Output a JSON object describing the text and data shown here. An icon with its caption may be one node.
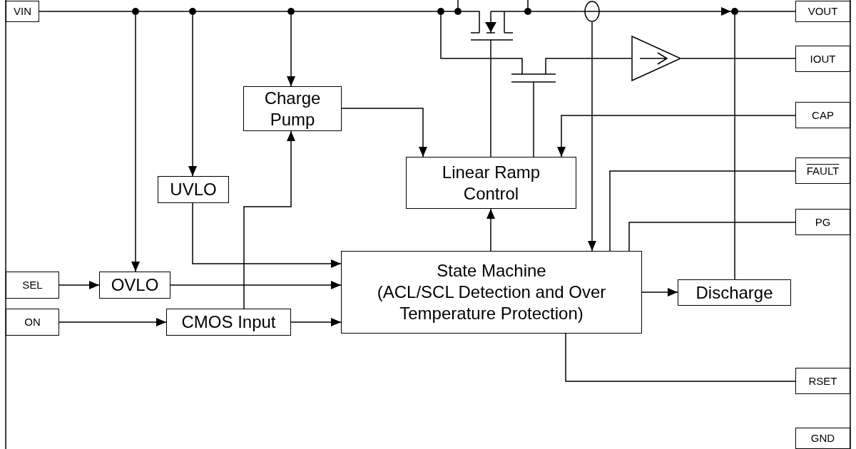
{
  "diagram": {
    "nodes": [
      {
        "text": [
          "VIN"
        ]
      },
      {
        "text": [],
        "shape": "dot"
      },
      {
        "text": [],
        "shape": "dot"
      },
      {
        "text": [],
        "shape": "dot"
      },
      {
        "text": [],
        "shape": "dot"
      },
      {
        "text": [],
        "shape": "dot"
      },
      {
        "text": [],
        "shape": "transistor"
      },
      {
        "text": [],
        "shape": "dot"
      },
      {
        "text": [],
        "shape": "ellipse"
      },
      {
        "text": [],
        "shape": "dot"
      },
      {
        "text": [
          "VOUT"
        ]
      },
      {
        "text": [],
        "shape": "transistor"
      },
      {
        "text": [],
        "shape": "triangle"
      },
      {
        "text": [
          "IOUT"
        ]
      },
      {
        "text": [
          "Charge Pump"
        ]
      },
      {
        "text": [
          "CAP"
        ]
      },
      {
        "text": [
          "Linear Ramp Control"
        ]
      },
      {
        "text": [
          "FAULT"
        ]
      },
      {
        "text": [
          "UVLO"
        ]
      },
      {
        "text": [
          "PG"
        ]
      },
      {
        "text": [
          "SEL"
        ]
      },
      {
        "text": [
          "OVLO"
        ]
      },
      {
        "text": [
          "State Machine",
          "(ACL/SCL Detection and Over Temperature Protection)"
        ]
      },
      {
        "text": [
          "Discharge"
        ]
      },
      {
        "text": [
          "ON"
        ]
      },
      {
        "text": [
          "CMOS Input"
        ]
      },
      {
        "text": [
          "RSET"
        ]
      },
      {
        "text": [
          "GND"
        ]
      }
    ],
    "edges": [
      {
        "from": 0,
        "to": 1,
        "arrow": "none"
      },
      {
        "from": 1,
        "to": 2,
        "arrow": "none"
      },
      {
        "from": 2,
        "to": 3,
        "arrow": "none"
      },
      {
        "from": 3,
        "to": 4,
        "arrow": "none"
      },
      {
        "from": 4,
        "to": 5,
        "arrow": "none"
      },
      {
        "from": 5,
        "to": 6,
        "arrow": "none"
      },
      {
        "from": 5,
        "to": null,
        "arrow": "none"
      },
      {
        "from": 6,
        "to": 7,
        "arrow": "none"
      },
      {
        "from": 7,
        "to": null,
        "arrow": "none"
      },
      {
        "from": 7,
        "to": 8,
        "arrow": "none"
      },
      {
        "from": 8,
        "to": 9,
        "arrow": "to"
      },
      {
        "from": 9,
        "to": 10,
        "arrow": "none"
      },
      {
        "from": 1,
        "to": 21,
        "arrow": "to"
      },
      {
        "from": 2,
        "to": 18,
        "arrow": "to"
      },
      {
        "from": 3,
        "to": 14,
        "arrow": "to"
      },
      {
        "from": 4,
        "to": 11,
        "arrow": "none"
      },
      {
        "from": 11,
        "to": 12,
        "arrow": "none"
      },
      {
        "from": 12,
        "to": 13,
        "arrow": "none"
      },
      {
        "from": 8,
        "to": 22,
        "arrow": "to"
      },
      {
        "from": 9,
        "to": 23,
        "arrow": "none"
      },
      {
        "from": 14,
        "to": 16,
        "arrow": "to"
      },
      {
        "from": 15,
        "to": 16,
        "arrow": "to"
      },
      {
        "from": 16,
        "to": 6,
        "arrow": "none"
      },
      {
        "from": 16,
        "to": 11,
        "arrow": "none"
      },
      {
        "from": 18,
        "to": 22,
        "arrow": "to"
      },
      {
        "from": 20,
        "to": 21,
        "arrow": "to"
      },
      {
        "from": 21,
        "to": 22,
        "arrow": "to"
      },
      {
        "from": 24,
        "to": 25,
        "arrow": "to"
      },
      {
        "from": 25,
        "to": 22,
        "arrow": "to"
      },
      {
        "from": 25,
        "to": 14,
        "arrow": "to"
      },
      {
        "from": 22,
        "to": 16,
        "arrow": "to"
      },
      {
        "from": 22,
        "to": 23,
        "arrow": "to"
      },
      {
        "from": 22,
        "to": 17,
        "arrow": "none"
      },
      {
        "from": 22,
        "to": 19,
        "arrow": "none"
      },
      {
        "from": 22,
        "to": 26,
        "arrow": "none"
      }
    ]
  }
}
